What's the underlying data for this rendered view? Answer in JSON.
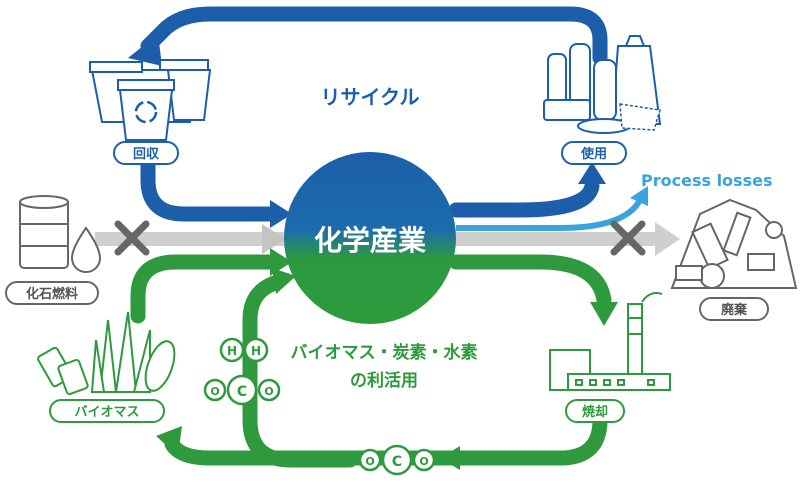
{
  "center": {
    "label": "化学産業"
  },
  "cycle": {
    "recycle": "リサイクル"
  },
  "nodes": {
    "collect": "回収",
    "use": "使用",
    "fossil": "化石燃料",
    "waste": "廃棄",
    "biomass": "バイオマス",
    "incineration": "焼却"
  },
  "losses": {
    "label": "Process losses"
  },
  "utilization": {
    "line1": "バイオマス・炭素・水素",
    "line2": "の利活用"
  },
  "molecules": {
    "h": "H",
    "c": "C",
    "o": "O"
  },
  "colors": {
    "blue": "#1c5ea9",
    "green": "#2e9a3d",
    "light_blue": "#3aa3dd",
    "gray": "#cccccc",
    "dark_gray": "#666666"
  }
}
